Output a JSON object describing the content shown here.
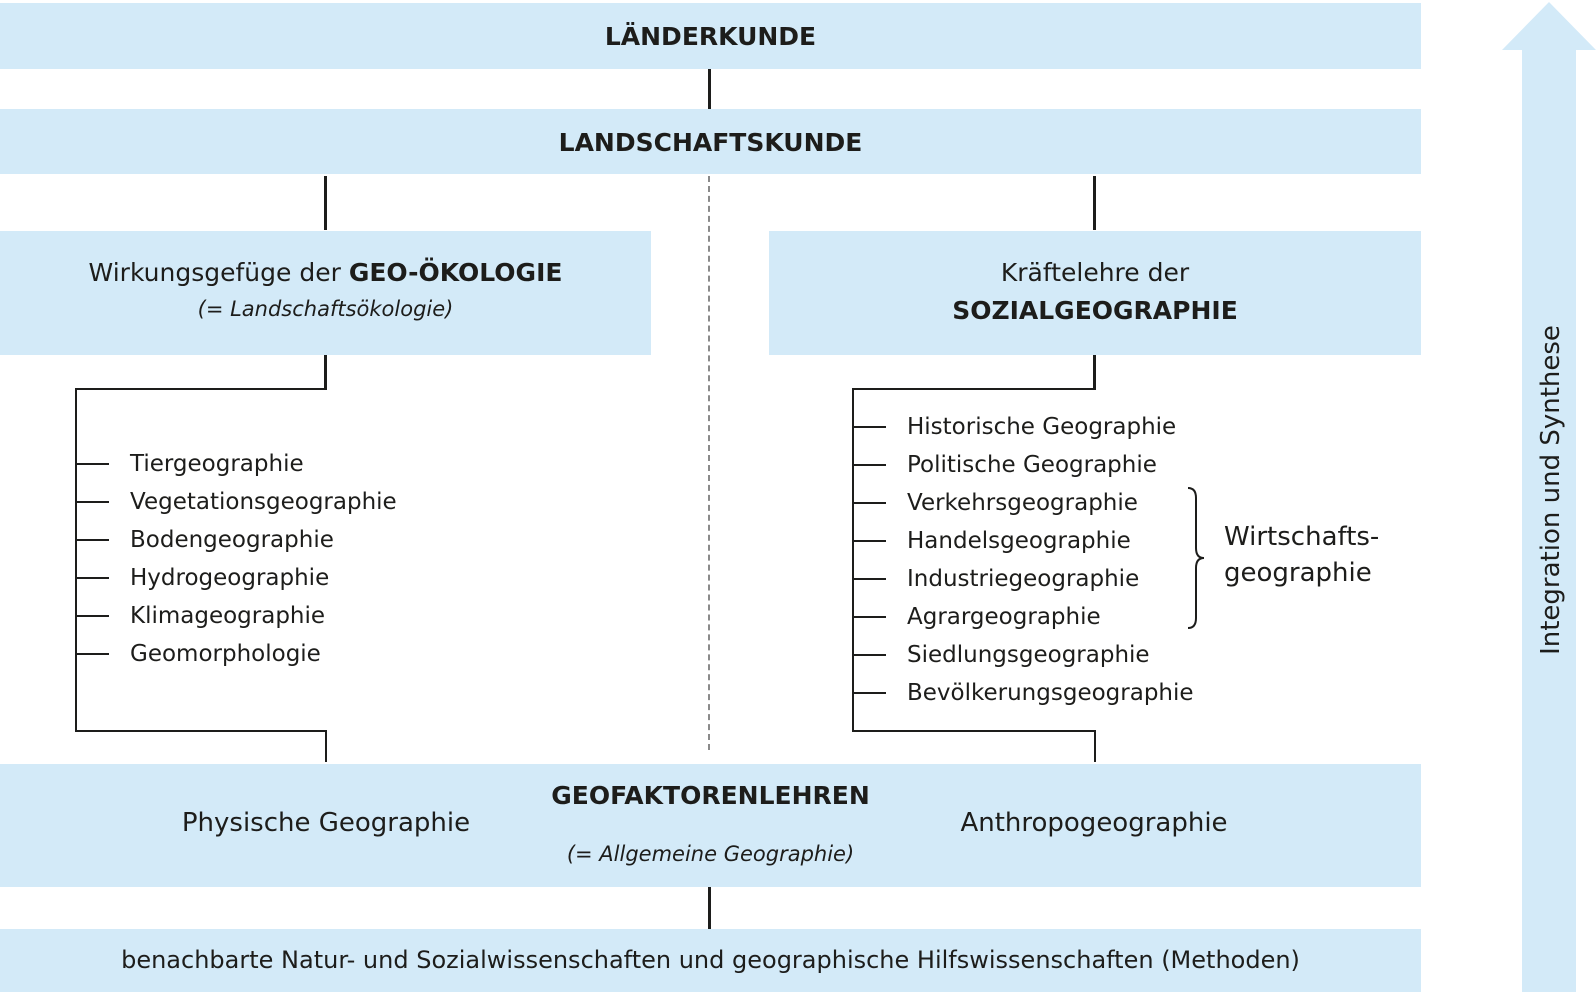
{
  "levels": {
    "laenderkunde": "LÄNDERKUNDE",
    "landschaftskunde": "LANDSCHAFTSKUNDE",
    "geooekologie": {
      "prefix": "Wirkungsgefüge der ",
      "emph": "GEO-ÖKOLOGIE",
      "note": "(= Landschaftsökologie)"
    },
    "sozialgeographie": {
      "line1": "Kräftelehre der",
      "emph": "SOZIALGEOGRAPHIE"
    },
    "geofaktoren": {
      "title": "GEOFAKTORENLEHREN",
      "note": "(= Allgemeine Geographie)",
      "left": "Physische Geographie",
      "right": "Anthropogeographie"
    },
    "basis": "benachbarte Natur- und Sozialwissenschaften und geographische Hilfswissenschaften (Methoden)"
  },
  "physical_branches": [
    "Tiergeographie",
    "Vegetationsgeographie",
    "Bodengeographie",
    "Hydrogeographie",
    "Klimageographie",
    "Geomorphologie"
  ],
  "human_branches": [
    "Historische Geographie",
    "Politische Geographie",
    "Verkehrsgeographie",
    "Handelsgeographie",
    "Industriegeographie",
    "Agrargeographie",
    "Siedlungsgeographie",
    "Bevölkerungsgeographie"
  ],
  "wirtschaft": {
    "line1": "Wirtschafts-",
    "line2": "geographie"
  },
  "arrow_label": "Integration und Synthese",
  "colors": {
    "band": "#d3eaf8",
    "line": "#1d1d1b",
    "dashed": "#8a8a8a"
  }
}
